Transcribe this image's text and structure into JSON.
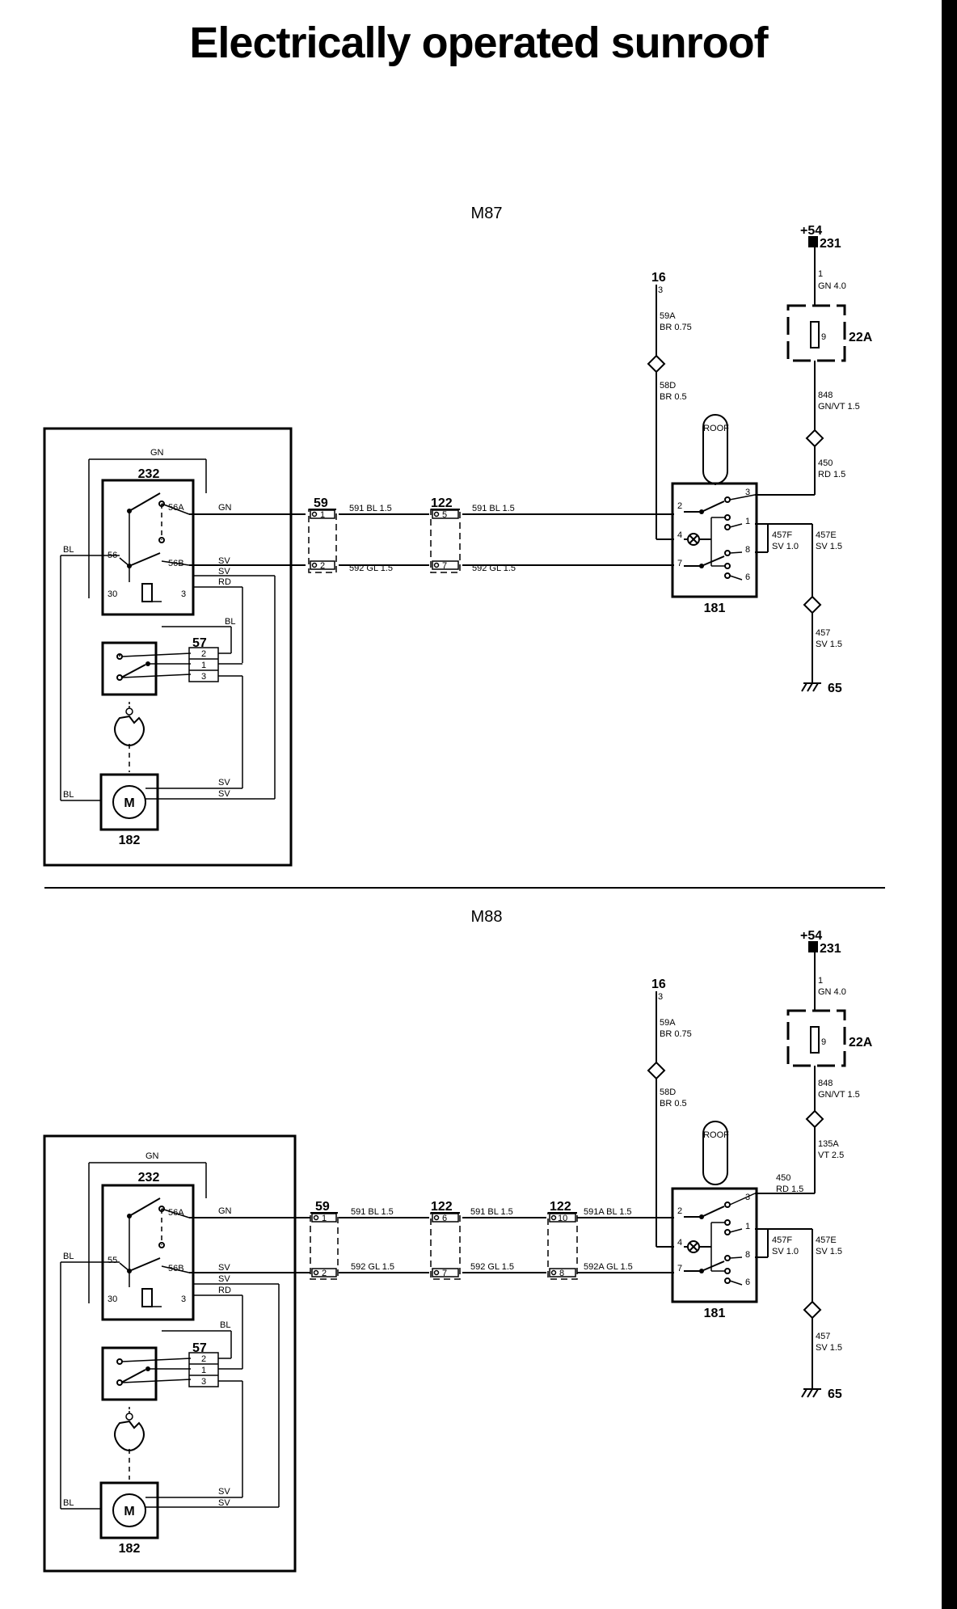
{
  "title": "Electrically operated sunroof",
  "d1": {
    "section": "M87",
    "supply": "+54",
    "supply_pt": "231",
    "w1_a": "1",
    "w1_b": "GN 4.0",
    "fuse_pin": "9",
    "fuse": "22A",
    "w848_a": "848",
    "w848_b": "GN/VT 1.5",
    "w450_a": "450",
    "w450_b": "RD 1.5",
    "n16": "16",
    "n16_pin": "3",
    "w59a_a": "59A",
    "w59a_b": "BR 0.75",
    "w58d_a": "58D",
    "w58d_b": "BR 0.5",
    "roof": "ROOF",
    "switch": "181",
    "sp": [
      "3",
      "2",
      "4",
      "1",
      "8",
      "7",
      "6"
    ],
    "w457f_a": "457F",
    "w457f_b": "SV 1.0",
    "w457e_a": "457E",
    "w457e_b": "SV 1.5",
    "w457_a": "457",
    "w457_b": "SV 1.5",
    "ground": "65",
    "c59": "59",
    "c59_p": [
      "1",
      "2"
    ],
    "c122": "122",
    "c122_p": [
      "5",
      "7"
    ],
    "w591a": "591 BL 1.5",
    "w591b": "591 BL 1.5",
    "w592a": "592 GL 1.5",
    "w592b": "592 GL 1.5",
    "relay": "232",
    "r56a": "56A",
    "r56b": "56B",
    "r56": "56",
    "r30": "30",
    "r3": "3",
    "gn_top": "GN",
    "gn": "GN",
    "sv": "SV",
    "sv2": "SV",
    "rd": "RD",
    "bl_l": "BL",
    "bl": "BL",
    "c57": "57",
    "c57_p": [
      "2",
      "1",
      "3"
    ],
    "motor": "M",
    "motor_id": "182",
    "sv_m1": "SV",
    "sv_m2": "SV",
    "bl_m": "BL"
  },
  "d2": {
    "section": "M88",
    "supply": "+54",
    "supply_pt": "231",
    "w1_a": "1",
    "w1_b": "GN 4.0",
    "fuse_pin": "9",
    "fuse": "22A",
    "w848_a": "848",
    "w848_b": "GN/VT 1.5",
    "w135_a": "135A",
    "w135_b": "VT 2.5",
    "w450_a": "450",
    "w450_b": "RD 1.5",
    "n16": "16",
    "n16_pin": "3",
    "w59a_a": "59A",
    "w59a_b": "BR 0.75",
    "w58d_a": "58D",
    "w58d_b": "BR 0.5",
    "roof": "ROOF",
    "switch": "181",
    "sp": [
      "3",
      "2",
      "4",
      "1",
      "8",
      "7",
      "6"
    ],
    "w457f_a": "457F",
    "w457f_b": "SV 1.0",
    "w457e_a": "457E",
    "w457e_b": "SV 1.5",
    "w457_a": "457",
    "w457_b": "SV 1.5",
    "ground": "65",
    "c59": "59",
    "c59_p": [
      "1",
      "2"
    ],
    "c122a": "122",
    "c122a_p": [
      "6",
      "7"
    ],
    "c122b": "122",
    "c122b_p": [
      "10",
      "8"
    ],
    "w591a": "591 BL 1.5",
    "w591b": "591 BL 1.5",
    "w591c": "591A BL 1.5",
    "w592a": "592 GL 1.5",
    "w592b": "592 GL 1.5",
    "w592c": "592A GL 1.5",
    "relay": "232",
    "r56a": "56A",
    "r56b": "56B",
    "r56": "55",
    "r30": "30",
    "r3": "3",
    "gn_top": "GN",
    "gn": "GN",
    "sv": "SV",
    "sv2": "SV",
    "rd": "RD",
    "bl_l": "BL",
    "bl": "BL",
    "c57": "57",
    "c57_p": [
      "2",
      "1",
      "3"
    ],
    "motor": "M",
    "motor_id": "182",
    "sv_m1": "SV",
    "sv_m2": "SV",
    "bl_m": "BL"
  }
}
